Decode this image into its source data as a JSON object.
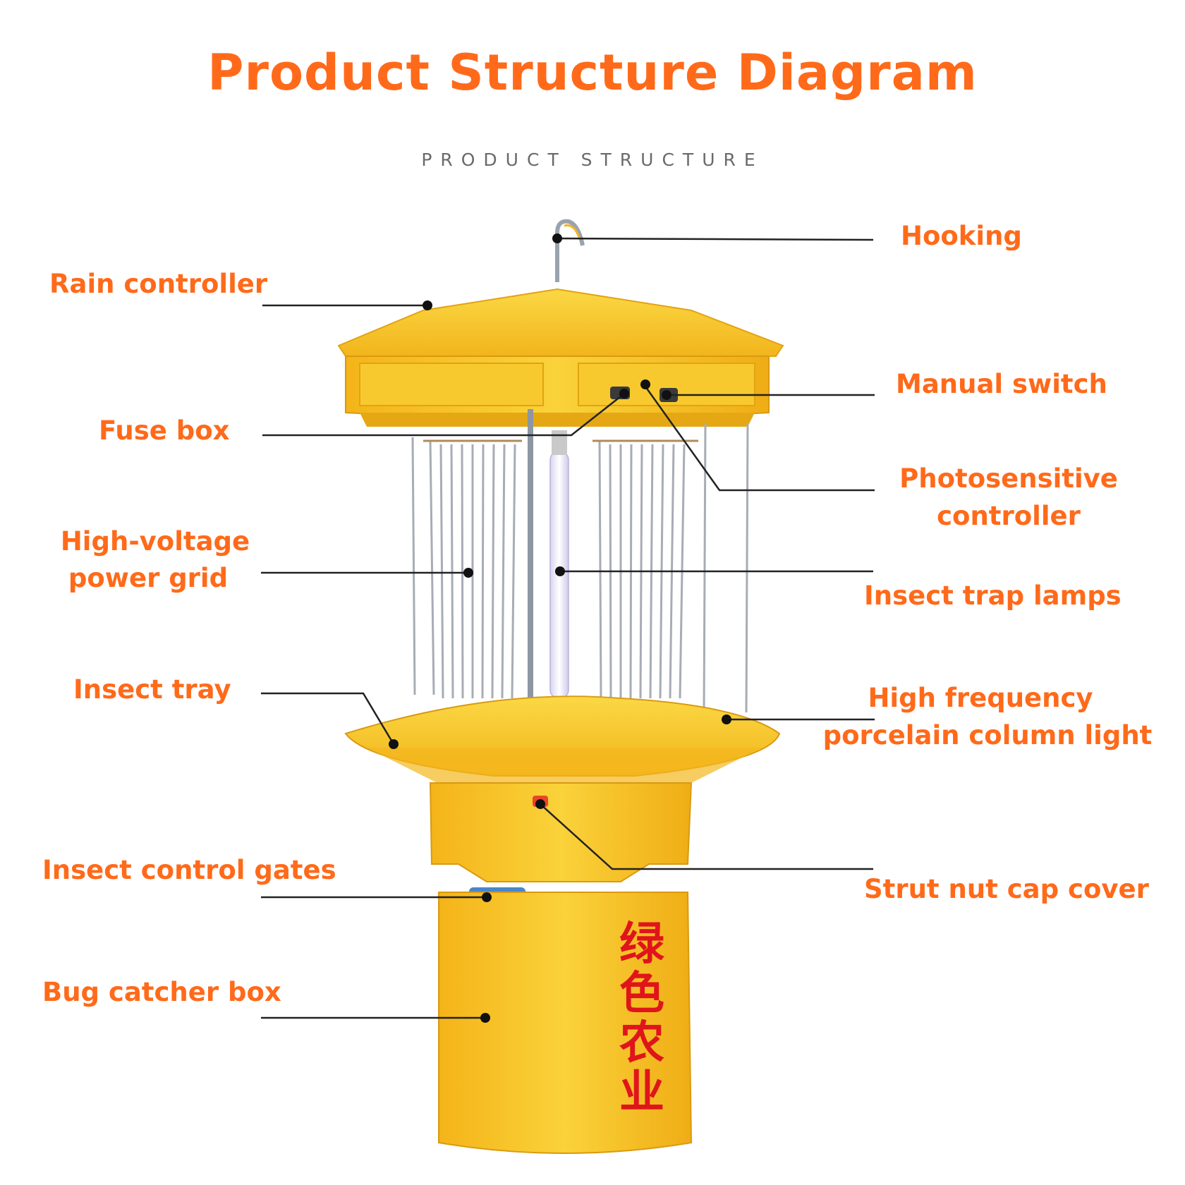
{
  "header": {
    "title": "Product Structure Diagram",
    "subtitle": "PRODUCT STRUCTURE"
  },
  "labels": {
    "hooking": "Hooking",
    "rain_controller": "Rain controller",
    "manual_switch": "Manual switch",
    "fuse_box": "Fuse box",
    "photosensitive_line1": "Photosensitive",
    "photosensitive_line2": "controller",
    "hv_grid_line1": "High-voltage",
    "hv_grid_line2": "power grid",
    "insect_trap_lamps": "Insect trap lamps",
    "insect_tray": "Insect tray",
    "hf_line1": "High frequency",
    "hf_line2": "porcelain column light",
    "insect_control_gates": "Insect control gates",
    "strut_nut_cap": "Strut nut cap cover",
    "bug_catcher_box": "Bug catcher box"
  },
  "box_text": [
    "绿",
    "色",
    "农",
    "业"
  ],
  "colors": {
    "accent": "#ff6a1a",
    "body_yellow": "#f7c21d",
    "body_dark": "#e8a812",
    "box_text": "#e0141b",
    "leader": "#222222"
  }
}
